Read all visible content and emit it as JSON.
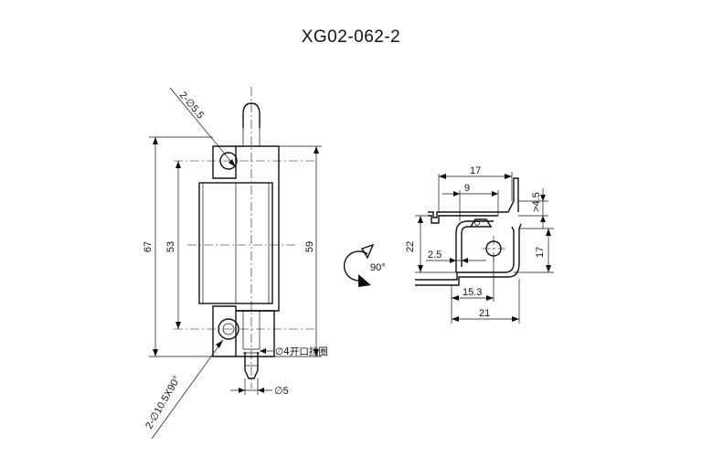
{
  "title": "XG02-062-2",
  "front_view": {
    "dim_height_overall": "67",
    "dim_holes_spacing": "53",
    "dim_right_height": "59",
    "hole_callout_top": "2-∅5.5",
    "hole_callout_bottom": "2-∅10.5X90°",
    "circlip_note": "∅4开口挡圈",
    "pin_diameter": "∅5"
  },
  "rotation": {
    "angle_label": "90°"
  },
  "side_view": {
    "dim_top_width": "17",
    "dim_inner_width": "9",
    "dim_offset": ">4.5",
    "dim_left_height": "22",
    "dim_right_height": "17",
    "dim_small": "2.5",
    "dim_mid_width": "15.3",
    "dim_bottom_width": "21"
  }
}
